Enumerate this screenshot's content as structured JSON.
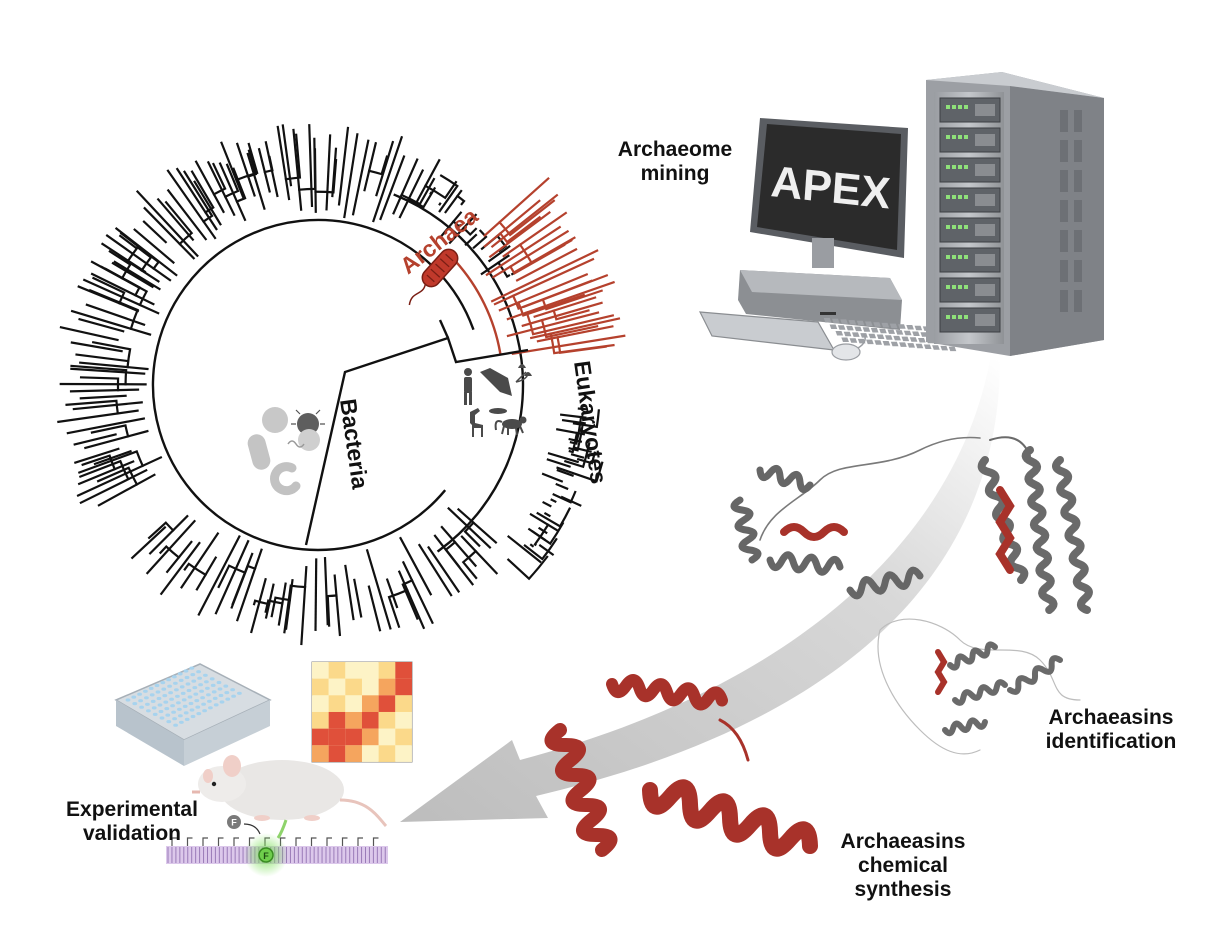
{
  "tree": {
    "clade_archaea": "Archaea",
    "clade_bacteria": "Bacteria",
    "clade_eukaryotes": "Eukaryotes",
    "branch_color": "#111111",
    "archaea_color": "#b5412d"
  },
  "computer": {
    "screen_text": "APEX",
    "label": "Archaeome mining"
  },
  "steps": {
    "identification": "Archaeasins identification",
    "synthesis": "Archaeasins chemical synthesis",
    "validation": "Experimental validation"
  },
  "colors": {
    "helix_red": "#a8322a",
    "protein_gray": "#6f6f6f",
    "arrow_gray": "#c9c9c9",
    "heatmap": [
      "#fdf3c6",
      "#fbd98a",
      "#f5a55e",
      "#e0503a"
    ]
  },
  "icons": [
    "bacterium-icon",
    "human-icon",
    "bird-icon",
    "fungus-icon",
    "fish-icon",
    "giraffe-icon",
    "monkey-icon",
    "computer-icon",
    "keyboard-icon",
    "mouse-icon",
    "server-icon",
    "microplate-icon",
    "heatmap-icon",
    "mouse-animal-icon",
    "membrane-icon"
  ]
}
